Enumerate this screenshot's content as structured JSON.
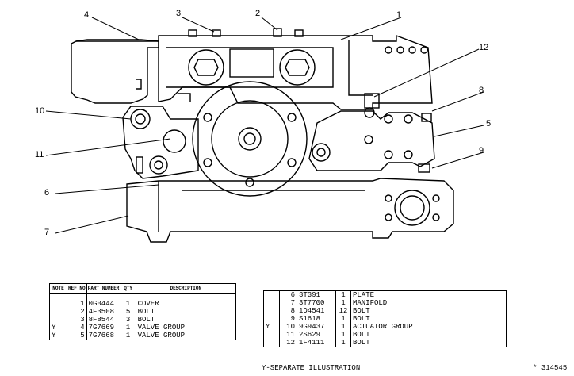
{
  "callouts": [
    "1",
    "2",
    "3",
    "4",
    "5",
    "6",
    "7",
    "8",
    "9",
    "10",
    "11",
    "12"
  ],
  "table_left": {
    "headers": {
      "note": "NOTE",
      "ref": "REF NO",
      "part": "PART NUMBER",
      "qty": "QTY",
      "desc": "DESCRIPTION"
    },
    "rows": [
      {
        "note": "",
        "ref": "1",
        "part": "0G0444",
        "qty": "1",
        "desc": "COVER"
      },
      {
        "note": "",
        "ref": "2",
        "part": "4F3508",
        "qty": "5",
        "desc": "BOLT"
      },
      {
        "note": "",
        "ref": "3",
        "part": "8F8544",
        "qty": "3",
        "desc": "BOLT"
      },
      {
        "note": "Y",
        "ref": "4",
        "part": "7G7669",
        "qty": "1",
        "desc": "VALVE GROUP"
      },
      {
        "note": "Y",
        "ref": "5",
        "part": "7G7668",
        "qty": "1",
        "desc": "VALVE GROUP"
      }
    ]
  },
  "table_right": {
    "rows": [
      {
        "note": "",
        "ref": "6",
        "part": "3T391",
        "qty": "1",
        "desc": "PLATE"
      },
      {
        "note": "",
        "ref": "7",
        "part": "3T7700",
        "qty": "1",
        "desc": "MANIFOLD"
      },
      {
        "note": "",
        "ref": "8",
        "part": "1D4541",
        "qty": "12",
        "desc": "BOLT"
      },
      {
        "note": "",
        "ref": "9",
        "part": "S1618",
        "qty": "1",
        "desc": "BOLT"
      },
      {
        "note": "Y",
        "ref": "10",
        "part": "9G9437",
        "qty": "1",
        "desc": "ACTUATOR GROUP"
      },
      {
        "note": "",
        "ref": "11",
        "part": "2S629",
        "qty": "1",
        "desc": "BOLT"
      },
      {
        "note": "",
        "ref": "12",
        "part": "1F4111",
        "qty": "1",
        "desc": "BOLT"
      }
    ]
  },
  "footer": {
    "caption": "Y-SEPARATE ILLUSTRATION",
    "illustration_number": "314545"
  }
}
